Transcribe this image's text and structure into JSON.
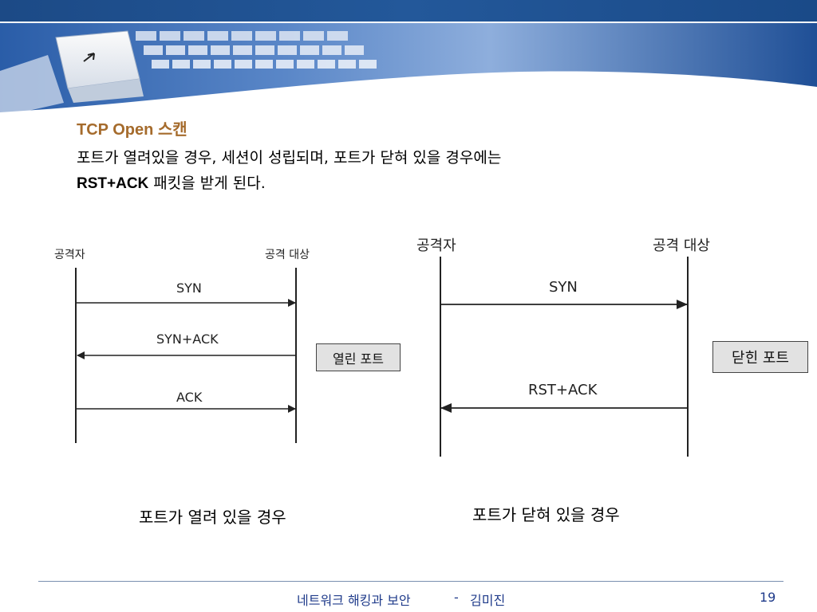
{
  "slide": {
    "title": "TCP Open 스캔",
    "body_line1": "포트가 열려있을 경우, 세션이 성립되며, 포트가 닫혀 있을 경우에는",
    "body_line2_bold": "RST+ACK",
    "body_line2_rest": " 패킷을 받게 된다."
  },
  "left_diagram": {
    "attacker_label": "공격자",
    "target_label": "공격 대상",
    "msg1": "SYN",
    "msg2": "SYN+ACK",
    "msg3": "ACK",
    "port_state": "열린 포트",
    "caption": "포트가 열려 있을 경우"
  },
  "right_diagram": {
    "attacker_label": "공격자",
    "target_label": "공격 대상",
    "msg1": "SYN",
    "msg2": "RST+ACK",
    "port_state": "닫힌 포트",
    "caption": "포트가 닫혀 있을 경우"
  },
  "footer": {
    "course": "네트워크 해킹과 보안",
    "separator": "-",
    "author": "김미진",
    "page_number": "19"
  },
  "colors": {
    "title": "#a56b2c",
    "header_bar": "#23589a",
    "footer_text": "#1e3a8a",
    "port_box": "#e2e2e2"
  },
  "icons": {
    "banner_image": "keyboard-keys-image"
  }
}
